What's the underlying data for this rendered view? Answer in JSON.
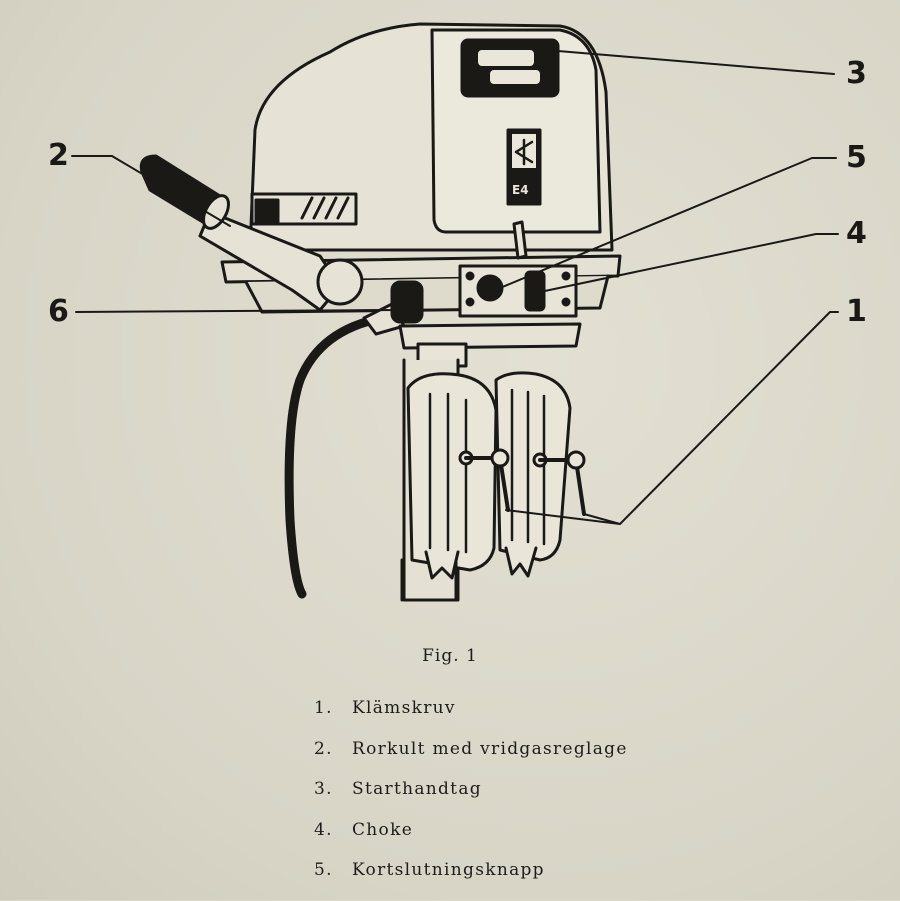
{
  "figure": {
    "callouts": [
      {
        "id": "2",
        "label": "2"
      },
      {
        "id": "6",
        "label": "6"
      },
      {
        "id": "3",
        "label": "3"
      },
      {
        "id": "5",
        "label": "5"
      },
      {
        "id": "4",
        "label": "4"
      },
      {
        "id": "1",
        "label": "1"
      }
    ],
    "badge_text": "E4"
  },
  "caption": "Fig. 1",
  "legend": [
    {
      "num": "1.",
      "text": "Klämskruv"
    },
    {
      "num": "2.",
      "text": "Rorkult med vridgasreglage"
    },
    {
      "num": "3.",
      "text": "Starthandtag"
    },
    {
      "num": "4.",
      "text": "Choke"
    },
    {
      "num": "5.",
      "text": "Kortslutningsknapp"
    }
  ]
}
